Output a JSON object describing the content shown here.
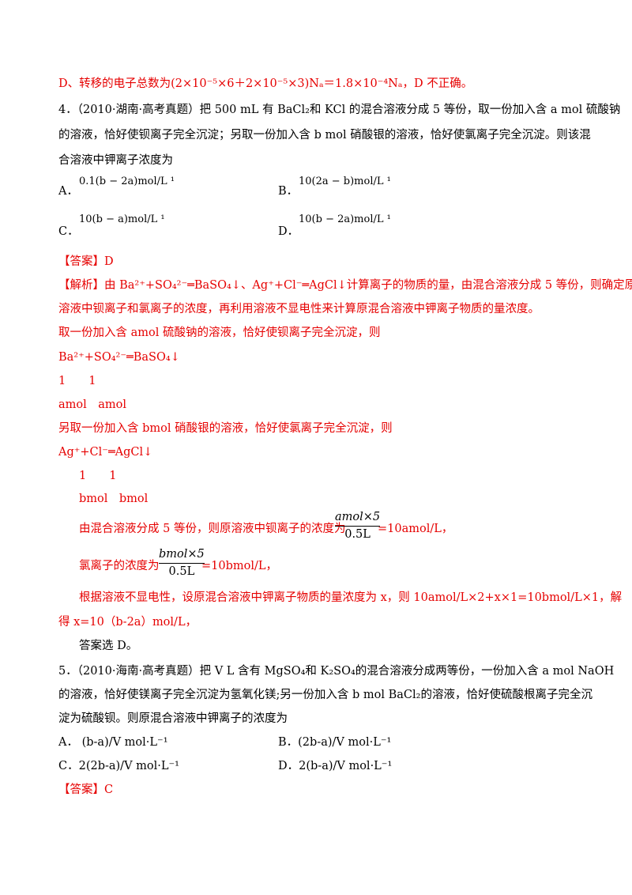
{
  "lines": {
    "prev_d": "D、转移的电子总数为(2×10⁻⁵×6＋2×10⁻⁵×3)Nₐ＝1.8×10⁻⁴Nₐ，D 不正确。",
    "q4_l1": "4．（2010·湖南·高考真题）把 500 mL 有 BaCl₂和 KCl 的混合溶液分成 5 等份，取一份加入含 a mol 硫酸钠",
    "q4_l2": "的溶液，恰好使钡离子完全沉淀；另取一份加入含 b mol 硝酸银的溶液，恰好使氯离子完全沉淀。则该混",
    "q4_l3": "合溶液中钾离子浓度为",
    "q4_a_letter": "A．",
    "q4_a": "0.1(b − 2a)mol/L ¹",
    "q4_b_letter": "B．",
    "q4_b": "10(2a − b)mol/L ¹",
    "q4_c_letter": "C．",
    "q4_c": "10(b − a)mol/L ¹",
    "q4_d_letter": "D．",
    "q4_d": "10(b − 2a)mol/L ¹",
    "q4_answer": "【答案】D",
    "q4_exp_l1": "【解析】由 Ba²⁺+SO₄²⁻═BaSO₄↓、Ag⁺+Cl⁻═AgCl↓计算离子的物质的量，由混合溶液分成 5 等份，则确定原",
    "q4_exp_l2": "溶液中钡离子和氯离子的浓度，再利用溶液不显电性来计算原混合溶液中钾离子物质的量浓度。",
    "q4_exp_l3": "取一份加入含 amol 硫酸钠的溶液，恰好使钡离子完全沉淀，则",
    "q4_exp_l4": "Ba²⁺+SO₄²⁻═BaSO₄↓",
    "q4_exp_l5": "1　　1",
    "q4_exp_l6": "amol　amol",
    "q4_exp_l7": "另取一份加入含 bmol 硝酸银的溶液，恰好使氯离子完全沉淀，则",
    "q4_exp_l8": "Ag⁺+Cl⁻═AgCl↓",
    "q4_exp_l9": "1　　1",
    "q4_exp_l10": "bmol　bmol",
    "q4_exp_l11_pre": "由混合溶液分成 5 等份，则原溶液中钡离子的浓度为",
    "q4_exp_l11_post": "=10amol/L，",
    "q4_exp_l12_pre": "氯离子的浓度为",
    "q4_exp_l12_post": "=10bmol/L，",
    "q4_exp_l13": "根据溶液不显电性，设原混合溶液中钾离子物质的量浓度为 x，则 10amol/L×2+x×1=10bmol/L×1，解",
    "q4_exp_l14": "得 x=10（b-2a）mol/L，",
    "q4_exp_l15": "答案选 D。",
    "q5_l1": "5．（2010·海南·高考真题）把 V L 含有 MgSO₄和 K₂SO₄的混合溶液分成两等份，一份加入含 a mol NaOH",
    "q5_l2": "的溶液，恰好使镁离子完全沉淀为氢氧化镁;另一份加入含 b mol BaCl₂的溶液，恰好使硫酸根离子完全沉",
    "q5_l3": "淀为硫酸钡。则原混合溶液中钾离子的浓度为",
    "q5_a": "A．  (b-a)/V mol·L⁻¹",
    "q5_b": "B．(2b-a)/V mol·L⁻¹",
    "q5_c": "C．2(2b-a)/V mol·L⁻¹",
    "q5_d": "D．2(b-a)/V mol·L⁻¹",
    "q5_answer_label": "【答案】",
    "q5_answer_value": "C"
  },
  "fractions": {
    "ba_num": "amol×5",
    "ba_den": "0.5L",
    "cl_num": "bmol×5",
    "cl_den": "0.5L"
  },
  "colors": {
    "answer_red": "#e60000",
    "text": "#000000"
  }
}
